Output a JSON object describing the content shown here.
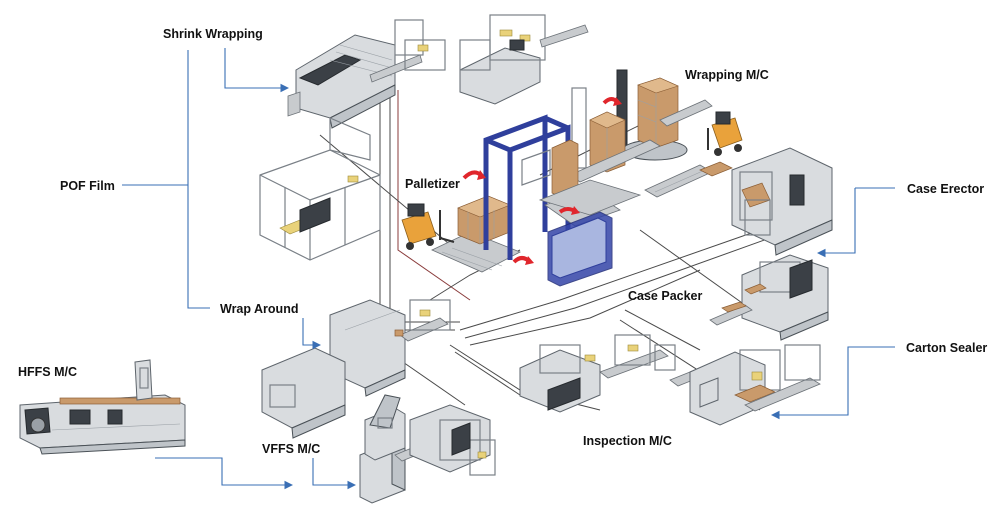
{
  "labels": {
    "shrink_wrapping": "Shrink Wrapping",
    "wrapping_mc": "Wrapping M/C",
    "pof_film": "POF Film",
    "palletizer": "Palletizer",
    "case_erector": "Case Erector",
    "wrap_around": "Wrap Around",
    "case_packer": "Case Packer",
    "carton_sealer": "Carton Sealer",
    "hffs_mc": "HFFS M/C",
    "vffs_mc": "VFFS M/C",
    "inspection_mc": "Inspection M/C"
  },
  "colors": {
    "callout_line": "#3a6fb5",
    "palletizer_frame": "#2f3f9c",
    "arrow_red": "#e0262c",
    "carton": "#c99a6b",
    "forklift": "#e9a23b"
  },
  "icons": {
    "arrow": "red-curved-arrow",
    "forklift": "forklift-icon"
  }
}
